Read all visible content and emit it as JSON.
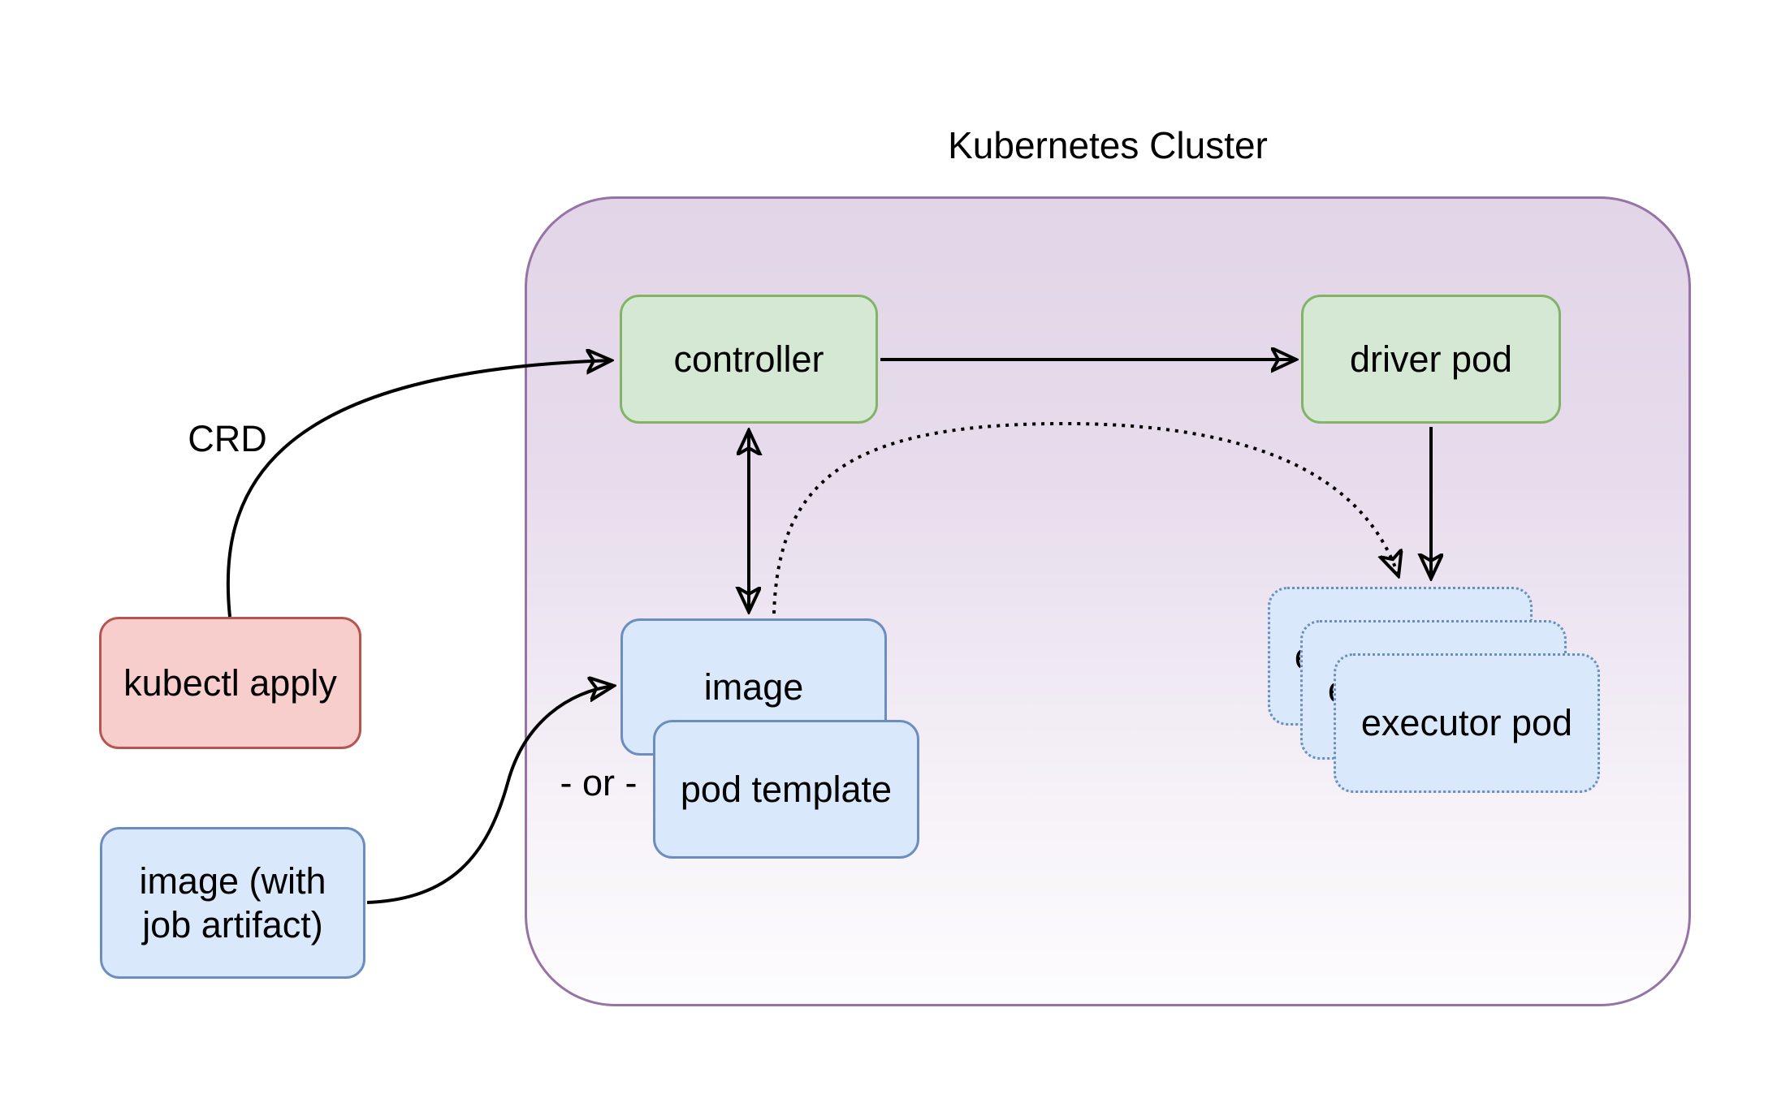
{
  "title": "Kubernetes Cluster",
  "nodes": {
    "controller": "controller",
    "driver_pod": "driver pod",
    "image": "image",
    "pod_template": "pod template",
    "executor_pod": "executor pod",
    "kubectl_apply": "kubectl apply",
    "image_with_job_artifact": "image (with\njob artifact)"
  },
  "labels": {
    "crd": "CRD",
    "or": "- or -"
  },
  "edges": [
    {
      "from": "kubectl_apply",
      "to": "controller",
      "label": "CRD",
      "style": "solid-curve-arrow"
    },
    {
      "from": "controller",
      "to": "driver_pod",
      "style": "solid-arrow"
    },
    {
      "from": "controller",
      "to": "image",
      "style": "solid-double-arrow"
    },
    {
      "from": "driver_pod",
      "to": "executor_pod",
      "style": "solid-arrow"
    },
    {
      "from": "image",
      "to": "executor_pod",
      "style": "dotted-curve-arrow"
    },
    {
      "from": "image_with_job_artifact",
      "to": "image",
      "style": "solid-curve-arrow"
    }
  ],
  "colors": {
    "cluster_border": "#9673a6",
    "cluster_fill": "#e1d5e7",
    "green_fill": "#d5e8d4",
    "green_border": "#82b366",
    "blue_fill": "#dae8fc",
    "blue_border": "#6c8ebf",
    "red_fill": "#f8cecc",
    "red_border": "#b85450",
    "edge_color": "#000000",
    "text_color": "#000000"
  }
}
